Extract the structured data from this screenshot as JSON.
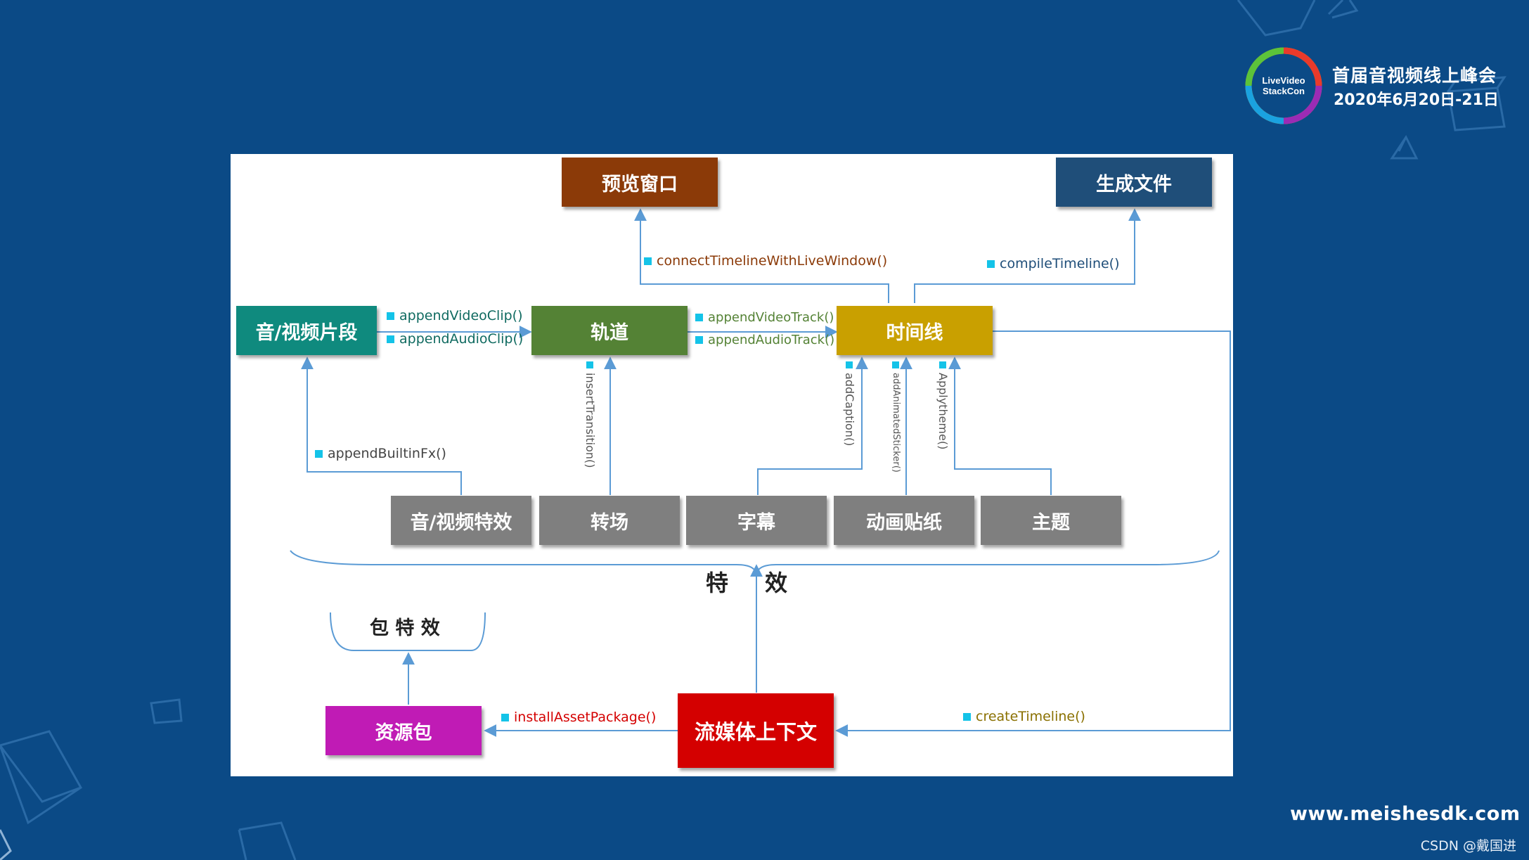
{
  "header": {
    "event_title": "首届音视频线上峰会",
    "event_date": "2020年6月20日-21日",
    "logo_line1": "LiveVideo",
    "logo_line2": "StackCon"
  },
  "footer": {
    "url": "www.meishesdk.com",
    "watermark": "CSDN @戴国进"
  },
  "colors": {
    "background": "#0b4a86",
    "preview": "#8b3a08",
    "output": "#1f4e79",
    "clip": "#0f8a7e",
    "track": "#548235",
    "timeline": "#c9a000",
    "effect": "#7f7f7f",
    "package": "#c01bb5",
    "context": "#d40000",
    "arrow": "#5b9bd5"
  },
  "nodes": {
    "preview_window": "预览窗口",
    "generate_file": "生成文件",
    "clip": "音/视频片段",
    "track": "轨道",
    "timeline": "时间线",
    "av_effect": "音/视频特效",
    "transition": "转场",
    "caption": "字幕",
    "sticker": "动画贴纸",
    "theme": "主题",
    "asset_package": "资源包",
    "streaming_context": "流媒体上下文"
  },
  "groups": {
    "effects": "特　效",
    "package_effects": "包 特 效"
  },
  "edges": {
    "connect_live_window": "connectTimelineWithLiveWindow()",
    "compile_timeline": "compileTimeline()",
    "append_video_clip": "appendVideoClip()",
    "append_audio_clip": "appendAudioClip()",
    "append_video_track": "appendVideoTrack()",
    "append_audio_track": "appendAudioTrack()",
    "append_builtin_fx": "appendBuiltinFx()",
    "insert_transition": "insertTransition()",
    "add_caption": "addCaption()",
    "add_animated_sticker": "addAnimatedSticker()",
    "apply_theme": "Applytheme()",
    "install_asset_package": "installAssetPackage()",
    "create_timeline": "createTimeline()"
  }
}
